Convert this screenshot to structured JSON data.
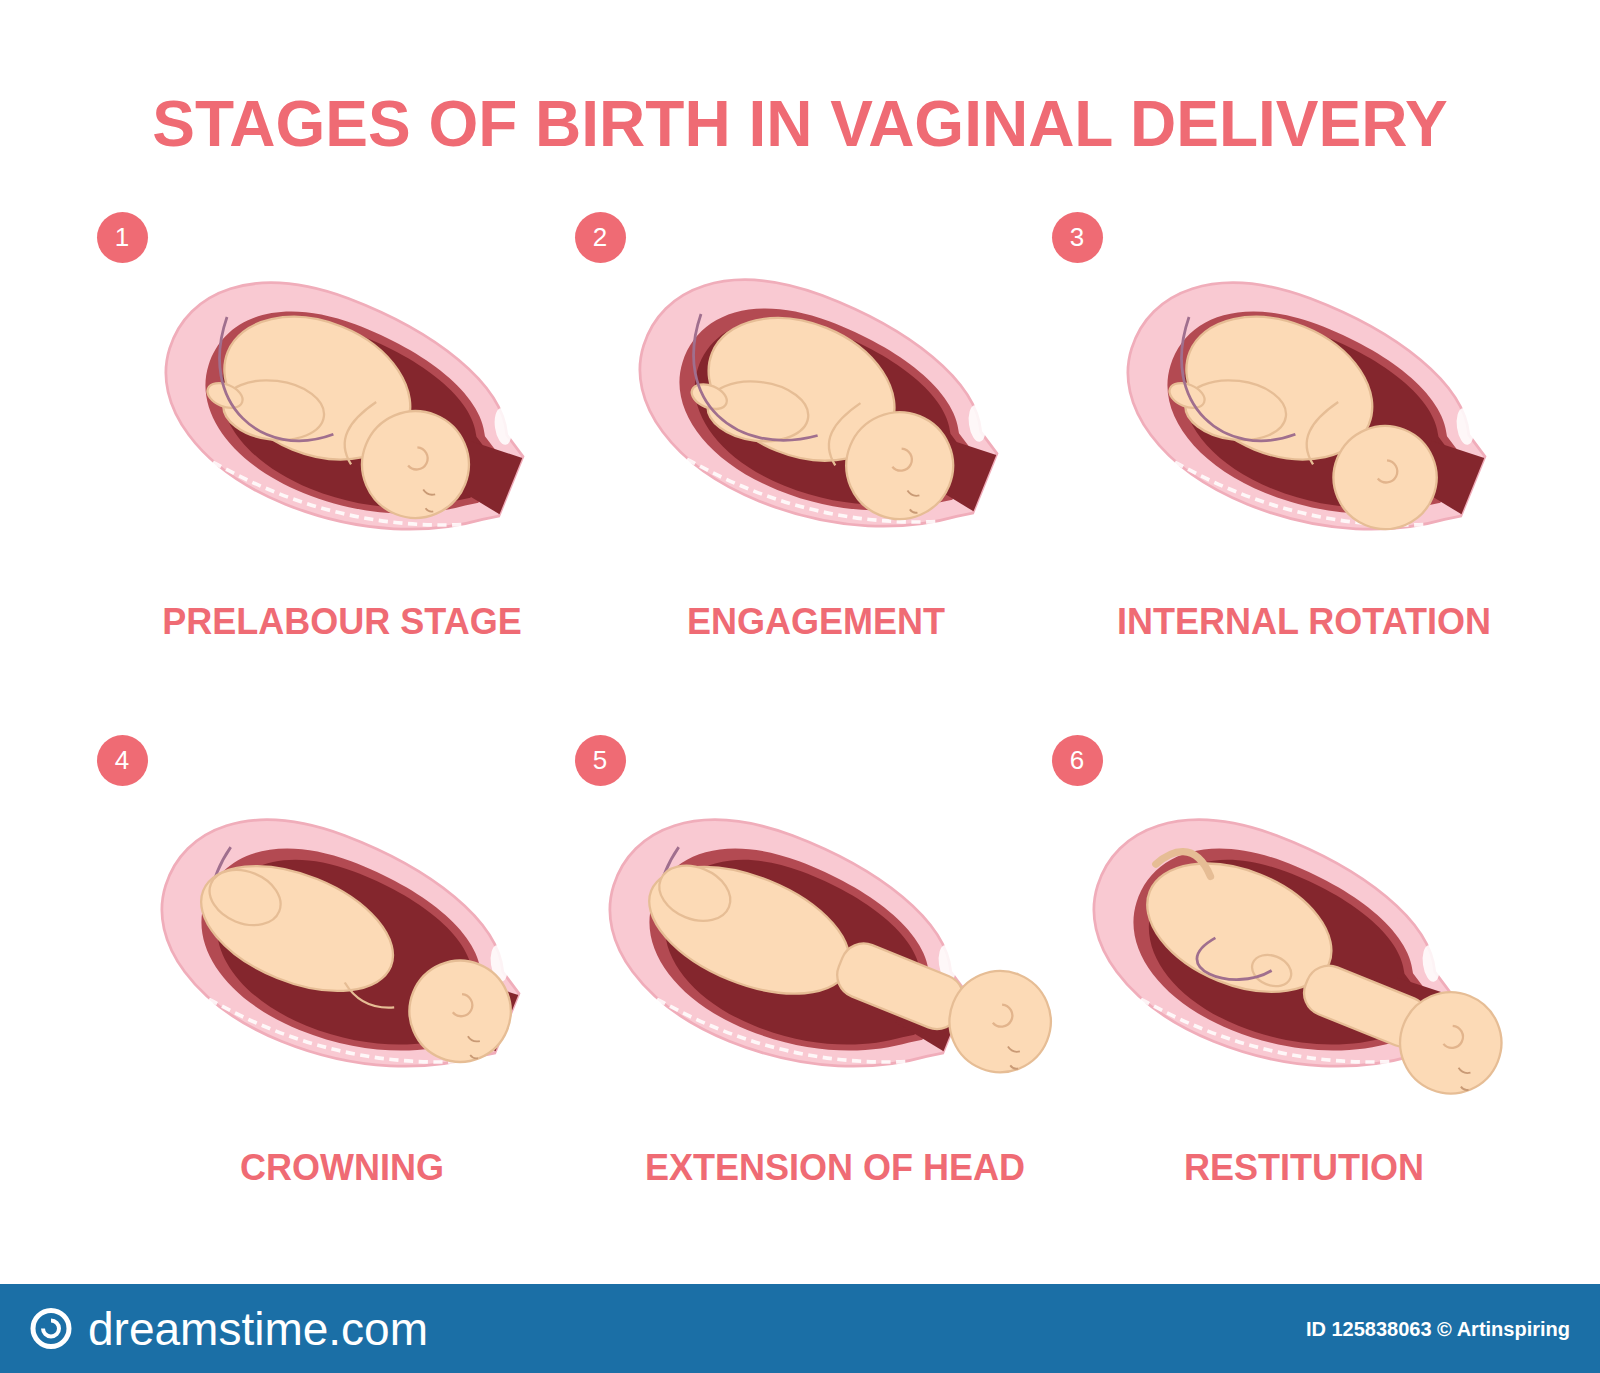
{
  "diagram": {
    "title": "STAGES OF BIRTH IN VAGINAL DELIVERY",
    "nodes": [
      {
        "text": [
          "1"
        ]
      },
      {
        "text": [
          "2"
        ]
      },
      {
        "text": [
          "3"
        ]
      },
      {
        "text": [
          "4"
        ]
      },
      {
        "text": [
          "5"
        ]
      },
      {
        "text": [
          "6"
        ]
      },
      {
        "text": [
          "dreamstime.com",
          "ID 125838063 © Artinspiring"
        ]
      }
    ],
    "labels": [
      "PRELABOUR STAGE",
      "ENGAGEMENT",
      "INTERNAL ROTATION",
      "CROWNING",
      "EXTENSION OF HEAD",
      "RESTITUTION"
    ]
  }
}
